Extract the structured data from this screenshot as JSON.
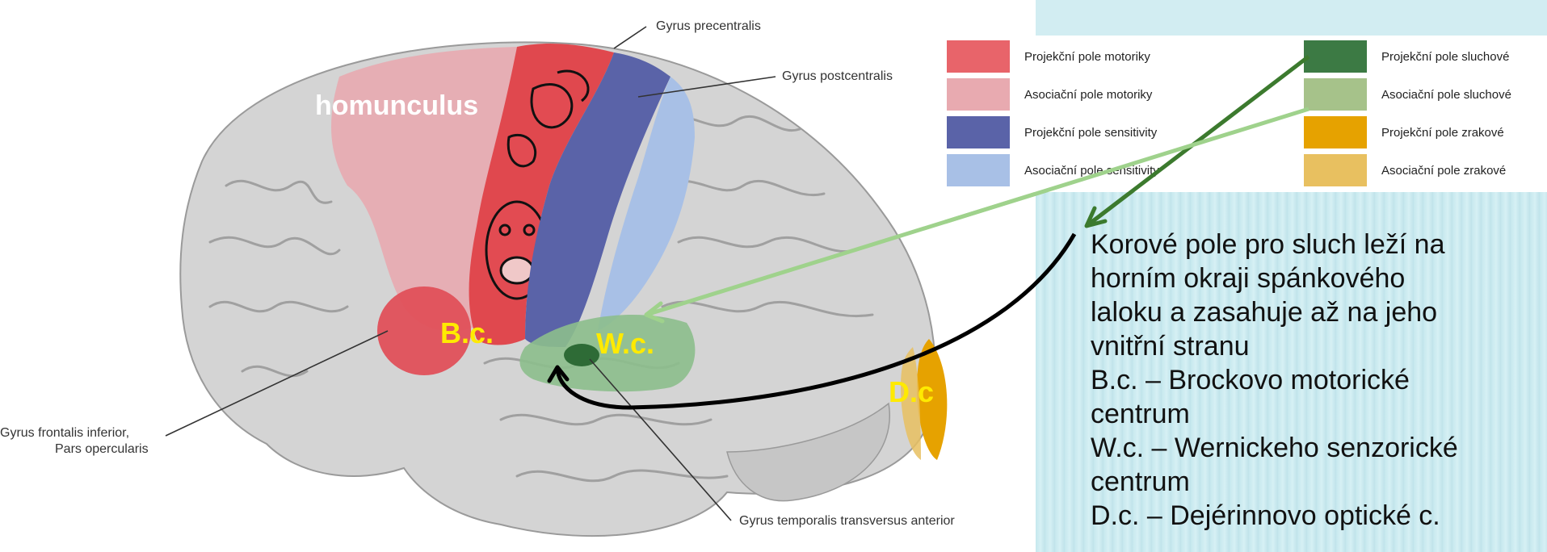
{
  "legend": [
    {
      "label": "Projekční pole motoriky",
      "color": "#e8646a"
    },
    {
      "label": "Asociační pole motoriky",
      "color": "#e8aab0"
    },
    {
      "label": "Projekční pole sensitivity",
      "color": "#5a63a8"
    },
    {
      "label": "Asociační pole sensitivity",
      "color": "#a8c0e6"
    },
    {
      "label": "Projekční pole sluchové",
      "color": "#3c7a44"
    },
    {
      "label": "Asociační pole sluchové",
      "color": "#a6c28a"
    },
    {
      "label": "Projekční pole zrakové",
      "color": "#e6a200"
    },
    {
      "label": "Asociační pole zrakové",
      "color": "#e8c060"
    }
  ],
  "gyri": {
    "precentralis": "Gyrus precentralis",
    "postcentralis": "Gyrus postcentralis",
    "frontalis_line1": "Gyrus frontalis inferior,",
    "frontalis_line2": "Pars opercularis",
    "temporalis": "Gyrus temporalis transversus anterior"
  },
  "centers": {
    "homunculus": "homunculus",
    "broca": "B.c.",
    "wernicke": "W.c.",
    "dejerine": "D.c"
  },
  "description": [
    "Korové pole pro sluch leží na",
    "horním okraji spánkového",
    "laloku a zasahuje až na jeho",
    "vnitřní stranu",
    "B.c. – Brockovo  motorické",
    "centrum",
    "W.c. – Wernickeho senzorické",
    "centrum",
    "D.c. – Dejérinnovo optické c."
  ]
}
